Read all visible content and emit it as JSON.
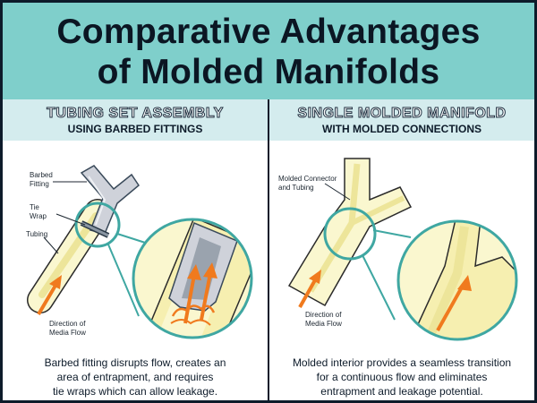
{
  "header": {
    "title_line1": "Comparative Advantages",
    "title_line2": "of Molded Manifolds"
  },
  "left_panel": {
    "heading": "TUBING SET ASSEMBLY",
    "subheading": "USING BARBED FITTINGS",
    "labels": {
      "barbed_fitting": [
        "Barbed",
        "Fitting"
      ],
      "tie_wrap": [
        "Tie",
        "Wrap"
      ],
      "tubing": "Tubing",
      "direction": [
        "Direction of",
        "Media Flow"
      ]
    },
    "caption": [
      "Barbed fitting disrupts flow, creates an",
      "area of entrapment, and requires",
      "tie wraps which can allow leakage."
    ]
  },
  "right_panel": {
    "heading": "SINGLE MOLDED MANIFOLD",
    "subheading": "WITH MOLDED CONNECTIONS",
    "labels": {
      "molded_connector": [
        "Molded Connector",
        "and Tubing"
      ],
      "direction": [
        "Direction of",
        "Media Flow"
      ]
    },
    "caption": [
      "Molded interior provides a seamless transition",
      "for a continuous flow and eliminates",
      "entrapment and leakage potential."
    ]
  },
  "colors": {
    "header_bg": "#7fcfcb",
    "panel_head_bg": "#d4ecee",
    "tube_fill": "#faf7cf",
    "fitting_fill": "#cfd2da",
    "flow_arrow": "#f07a1e",
    "callout_teal": "#3fa7a2"
  }
}
